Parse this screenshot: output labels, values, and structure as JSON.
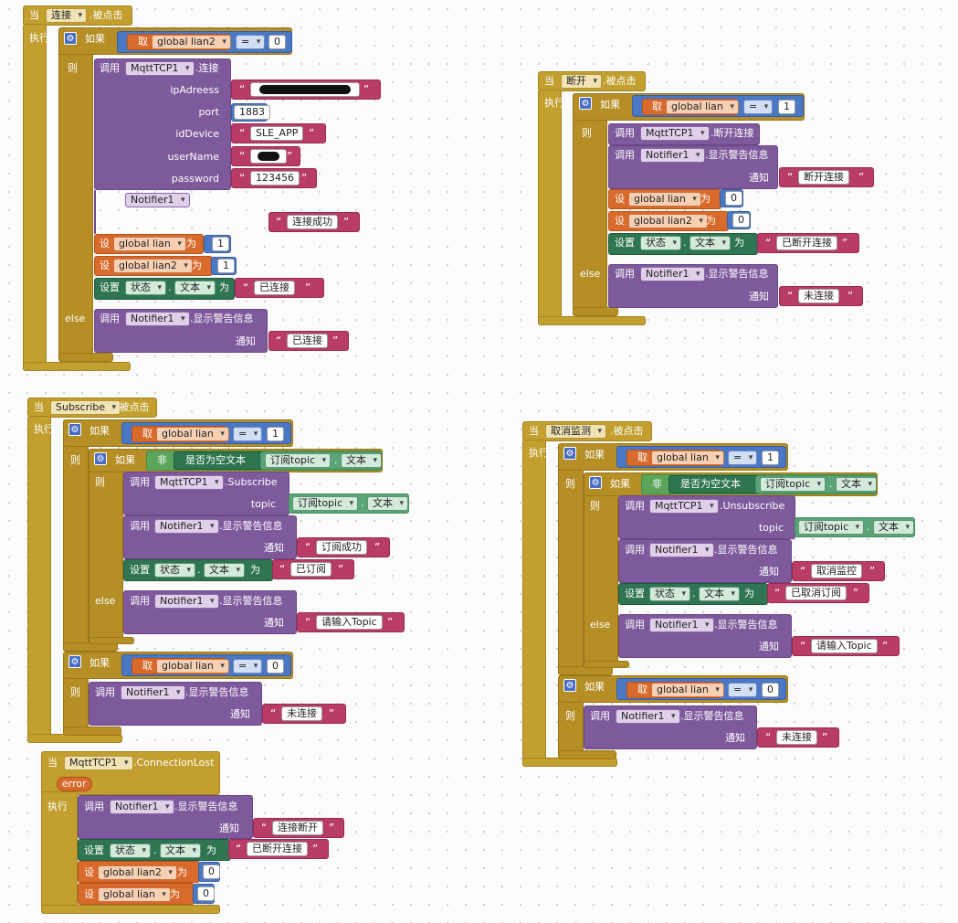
{
  "kw": {
    "when": "当",
    "clicked": ".被点击",
    "do": "执行",
    "if": "如果",
    "then": "则",
    "else": "else",
    "call": "调用",
    "set": "设",
    "setprop": "设置",
    "to": "为",
    "get": "取",
    "not": "非",
    "isEmpty": "是否为空文本",
    "dot": ".",
    "eq": "="
  },
  "ev1": {
    "component": "连接",
    "rows": {
      "lian2": "global lian2",
      "zero": "0",
      "mqtt": "MqttTCP1",
      "connect": ".连接",
      "ipAdreess": "ipAdreess",
      "port": "port",
      "portVal": "1883",
      "idDevice": "idDevice",
      "idVal": "SLE_APP",
      "userName": "userName",
      "password": "password",
      "pwVal": "123456",
      "notifier": "Notifier1",
      "alert": ".显示警告信息",
      "notice": "通知",
      "msgOk": "连接成功",
      "lian": "global lian",
      "one": "1",
      "lian2b": "global lian2",
      "status": "状态",
      "text": "文本",
      "connected": "已连接",
      "elseMsg": "已连接"
    }
  },
  "ev2": {
    "component": "断开",
    "lian": "global lian",
    "one": "1",
    "mqtt": "MqttTCP1",
    "disconnect": ".断开连接",
    "notifier": "Notifier1",
    "alert": ".显示警告信息",
    "notice": "通知",
    "msg": "断开连接",
    "lianA": "global lian",
    "lian2": "global lian2",
    "zero": "0",
    "status": "状态",
    "text": "文本",
    "disconnected": "已断开连接",
    "notConn": "未连接"
  },
  "ev3": {
    "component": "Subscribe",
    "lian": "global lian",
    "one": "1",
    "topicComp": "订阅topic",
    "text": "文本",
    "mqtt": "MqttTCP1",
    "subscribe": ".Subscribe",
    "topic": "topic",
    "notifier": "Notifier1",
    "alert": ".显示警告信息",
    "notice": "通知",
    "ok": "订阅成功",
    "status": "状态",
    "subscribed": "已订阅",
    "enterTopic": "请输入Topic",
    "zero": "0",
    "notConn": "未连接"
  },
  "ev4": {
    "component": "取消监测",
    "lian": "global lian",
    "one": "1",
    "topicComp": "订阅topic",
    "text": "文本",
    "mqtt": "MqttTCP1",
    "unsubscribe": ".Unsubscribe",
    "topic": "topic",
    "notifier": "Notifier1",
    "alert": ".显示警告信息",
    "notice": "通知",
    "cancel": "取消监控",
    "status": "状态",
    "unsubscribed": "已取消订阅",
    "enterTopic": "请输入Topic",
    "zero": "0",
    "notConn": "未连接"
  },
  "ev5": {
    "component": "MqttTCP1",
    "event": ".ConnectionLost",
    "param": "error",
    "notifier": "Notifier1",
    "alert": ".显示警告信息",
    "notice": "通知",
    "msg": "连接断开",
    "status": "状态",
    "text": "文本",
    "disconnected": "已断开连接",
    "lian2": "global lian2",
    "lian": "global lian",
    "zero": "0"
  }
}
